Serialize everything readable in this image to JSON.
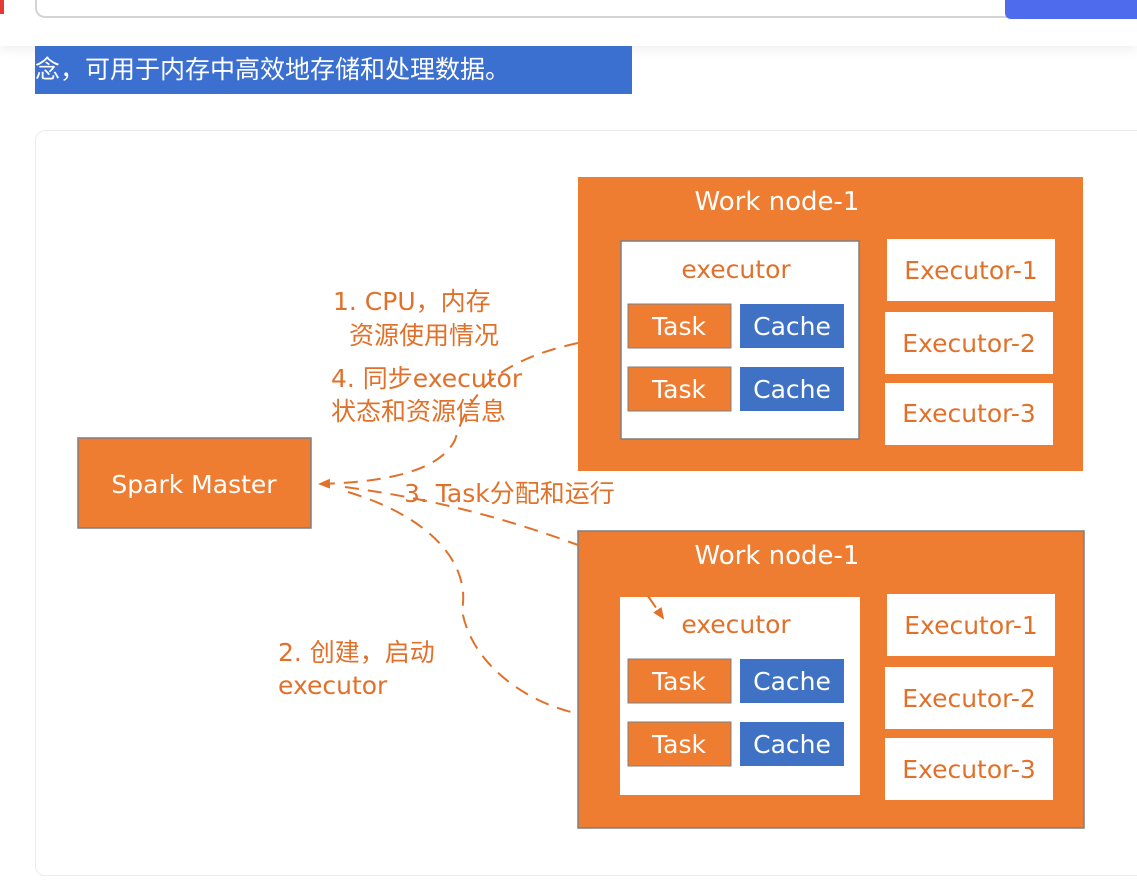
{
  "header": {
    "search_button_label": "",
    "highlight_text": "念，可用于内存中高效地存储和处理数据。"
  },
  "colors": {
    "orange": "#ee7d31",
    "blue": "#3f72c4",
    "highlight": "#3b6fd0",
    "annotation_text": "#e1712a"
  },
  "diagram": {
    "master": {
      "label": "Spark Master"
    },
    "nodes": [
      {
        "title": "Work node-1",
        "executor_label": "executor",
        "tasks": [
          {
            "task": "Task",
            "cache": "Cache"
          },
          {
            "task": "Task",
            "cache": "Cache"
          }
        ],
        "executors": [
          "Executor-1",
          "Executor-2",
          "Executor-3"
        ]
      },
      {
        "title": "Work node-1",
        "executor_label": "executor",
        "tasks": [
          {
            "task": "Task",
            "cache": "Cache"
          },
          {
            "task": "Task",
            "cache": "Cache"
          }
        ],
        "executors": [
          "Executor-1",
          "Executor-2",
          "Executor-3"
        ]
      }
    ],
    "annotations": {
      "step1_line1": "1.  CPU，内存",
      "step1_line2": "资源使用情况",
      "step4_line1": "4. 同步executor",
      "step4_line2": "状态和资源信息",
      "step3": "3. Task分配和运行",
      "step2_line1": "2. 创建，启动",
      "step2_line2": "executor"
    }
  }
}
